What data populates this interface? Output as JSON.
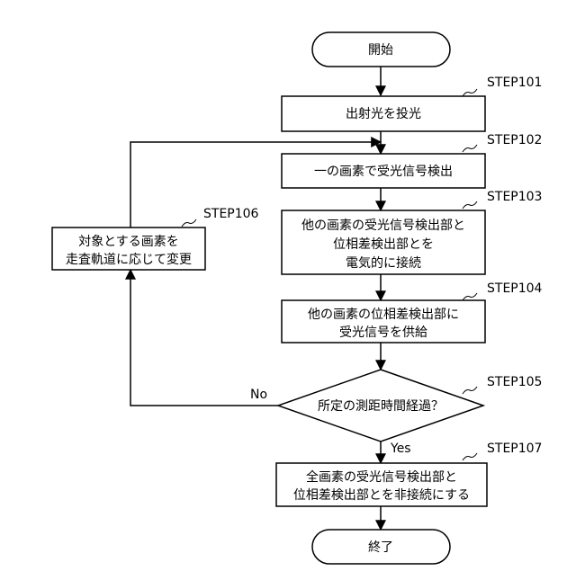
{
  "flow": {
    "start": "開始",
    "step101": {
      "label": "STEP101",
      "text": [
        "出射光を投光"
      ]
    },
    "step102": {
      "label": "STEP102",
      "text": [
        "一の画素で受光信号検出"
      ]
    },
    "step103": {
      "label": "STEP103",
      "text": [
        "他の画素の受光信号検出部と",
        "位相差検出部とを",
        "電気的に接続"
      ]
    },
    "step104": {
      "label": "STEP104",
      "text": [
        "他の画素の位相差検出部に",
        "受光信号を供給"
      ]
    },
    "step105": {
      "label": "STEP105",
      "text": [
        "所定の測距時間経過？"
      ]
    },
    "step106": {
      "label": "STEP106",
      "text": [
        "対象とする画素を",
        "走査軌道に応じて変更"
      ]
    },
    "step107": {
      "label": "STEP107",
      "text": [
        "全画素の受光信号検出部と",
        "位相差検出部とを非接続にする"
      ]
    },
    "end": "終了",
    "no_label": "No",
    "yes_label": "Yes"
  }
}
